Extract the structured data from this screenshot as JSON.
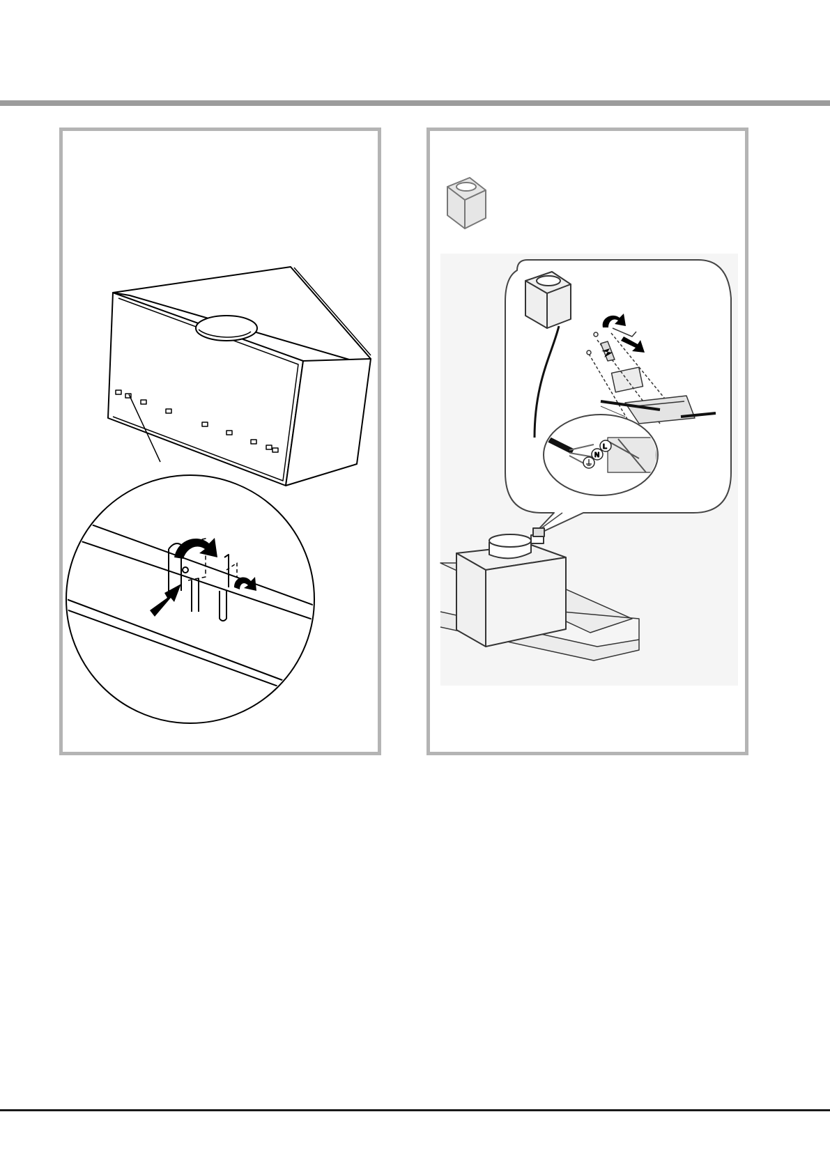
{
  "figures": [
    {
      "id": "left",
      "description_label": "",
      "icon_names": [
        "hood-body",
        "magnifier-circle",
        "rotate-arrow",
        "push-arrow",
        "bracket-tab"
      ]
    },
    {
      "id": "right",
      "icon_names": [
        "motor-box-symbol",
        "callout-bubble",
        "terminal-block",
        "cable",
        "rotate-arrow",
        "motor-box"
      ],
      "terminals": [
        "N",
        "L"
      ]
    }
  ],
  "colors": {
    "rule_top": "#9c9c9c",
    "rule_bottom": "#1a1a1a",
    "panel_border": "#b4b4b4",
    "line": "#000000"
  }
}
